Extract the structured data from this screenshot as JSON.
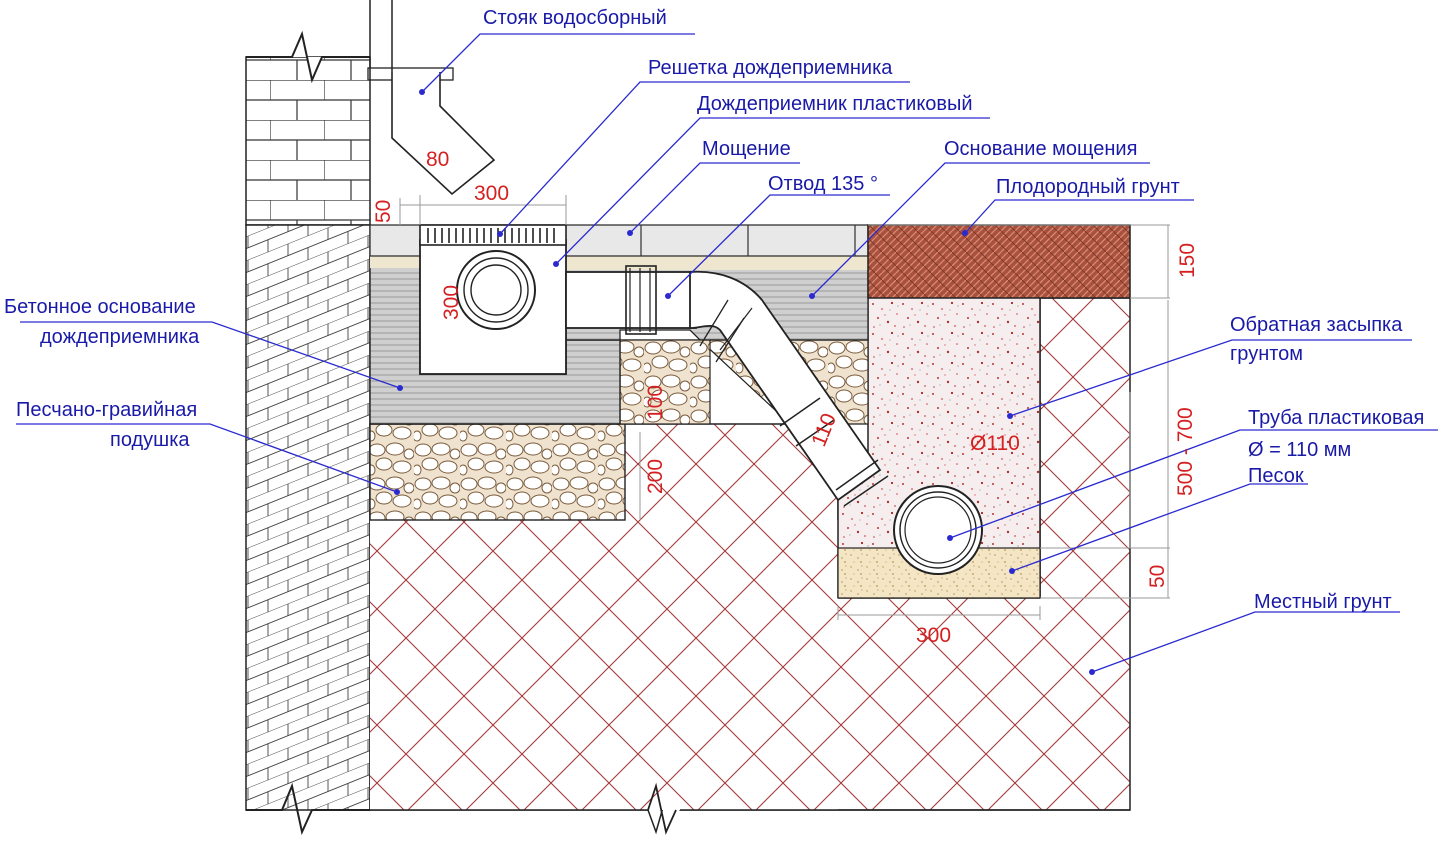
{
  "labels": {
    "riser": "Стояк  водосборный",
    "grate": "Решетка дождеприемника",
    "inlet": "Дождеприемник пластиковый",
    "paving": "Мощение",
    "paving_base": "Основание мощения",
    "elbow": "Отвод 135 °",
    "topsoil": "Плодородный грунт",
    "concrete_base_line1": "Бетонное основание",
    "concrete_base_line2": "дождеприемника",
    "backfill_line1": "Обратная засыпка",
    "backfill_line2": "грунтом",
    "gravel_line1": "Песчано-гравийная",
    "gravel_line2": "подушка",
    "pipe_line1": "Труба пластиковая",
    "pipe_line2": "Ø = 110 мм",
    "sand": "Песок",
    "native_soil": "Местный грунт"
  },
  "dimensions": {
    "riser_80": "80",
    "grate_300": "300",
    "top_50": "50",
    "inlet_300": "300",
    "soil_150": "150",
    "gravel_100": "100",
    "cushion_200": "200",
    "elbow_110": "110",
    "pipe_dia": "Ø110",
    "depth": "500 - 700",
    "sand_50": "50",
    "trench_300": "300"
  },
  "colors": {
    "label": "#1a1aa8",
    "leader": "#2a2ad0",
    "dimension": "#d42020",
    "hatch": "#a53a3a",
    "topsoil": "#a8513e"
  }
}
